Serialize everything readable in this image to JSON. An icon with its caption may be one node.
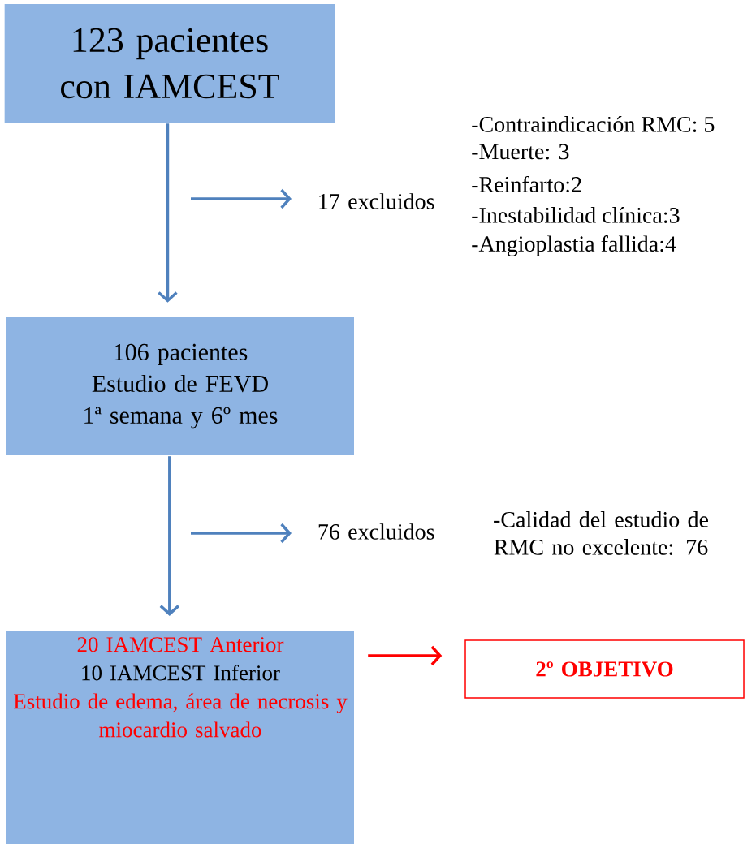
{
  "diagram": {
    "nodes": [
      {
        "text": [
          "123 pacientes con IAMCEST"
        ]
      },
      {
        "text": [
          "106 pacientes",
          "Estudio de FEVD 1ª semana y 6º mes"
        ]
      },
      {
        "text": [
          "20 IAMCEST Anterior",
          "10 IAMCEST Inferior",
          "Estudio de edema, área de necrosis y miocardio salvado"
        ]
      },
      {
        "text": [
          "2º OBJETIVO"
        ]
      },
      {
        "text": [
          "17 excluidos"
        ]
      },
      {
        "text": [
          "76 excluidos"
        ]
      }
    ],
    "edges": [
      {
        "from": 0,
        "to": 1,
        "arrow": "to"
      },
      {
        "from": 1,
        "to": 2,
        "arrow": "to"
      },
      {
        "from": null,
        "to": 4,
        "arrow": "to"
      },
      {
        "from": null,
        "to": 5,
        "arrow": "to"
      },
      {
        "from": 2,
        "to": 3,
        "arrow": "to",
        "color": "#ff0000"
      }
    ],
    "labels": [
      "-Contraindicación RMC: 5",
      "-Muerte: 3",
      "-Reinfarto:2",
      "-Inestabilidad clínica:3",
      "-Angioplastia fallida:4",
      "-Calidad del estudio de RMC no excelente: 76"
    ]
  }
}
